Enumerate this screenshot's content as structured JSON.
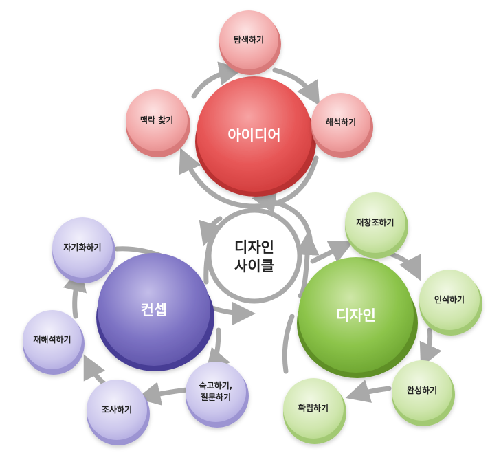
{
  "center": {
    "line1": "디자인",
    "line2": "사이클"
  },
  "ideas": {
    "title": "아이디어",
    "steps": {
      "explore": "탐색하기",
      "interpret": "해석하기",
      "context": "맥락 찾기"
    }
  },
  "concept": {
    "title": "컨셉",
    "steps": {
      "self": "자기화하기",
      "reinterpret": "재해석하기",
      "research": "조사하기",
      "reflect_1": "숙고하기,",
      "reflect_2": "질문하기"
    }
  },
  "design": {
    "title": "디자인",
    "steps": {
      "recreate": "재창조하기",
      "recognize": "인식하기",
      "complete": "완성하기",
      "confirm": "확립하기"
    }
  },
  "colors": {
    "red": "#e24b4b",
    "purple": "#6e63b8",
    "green": "#7fb43a",
    "arrow": "#a9a9a9"
  }
}
